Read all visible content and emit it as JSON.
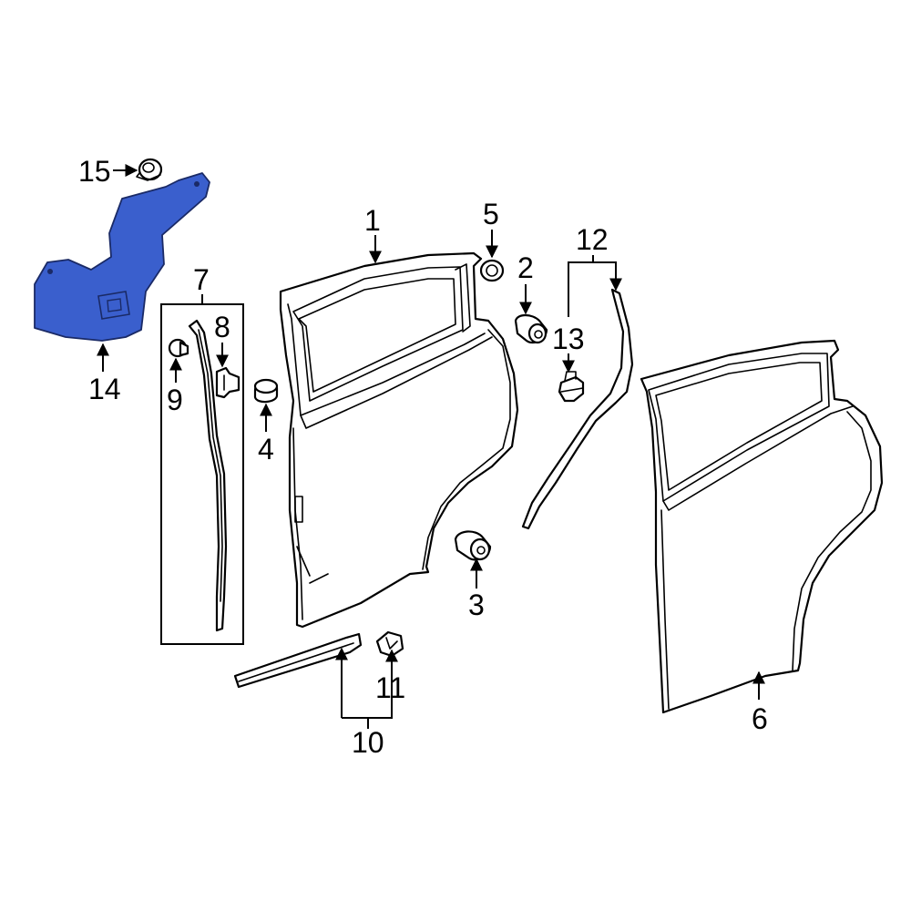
{
  "callouts": {
    "c1": "1",
    "c2": "2",
    "c3": "3",
    "c4": "4",
    "c5": "5",
    "c6": "6",
    "c7": "7",
    "c8": "8",
    "c9": "9",
    "c10": "10",
    "c11": "11",
    "c12": "12",
    "c13": "13",
    "c14": "14",
    "c15": "15"
  },
  "colors": {
    "highlight_fill": "#3a5fcd",
    "highlight_stroke": "#1a2a66",
    "line": "#000000",
    "background": "#ffffff"
  }
}
